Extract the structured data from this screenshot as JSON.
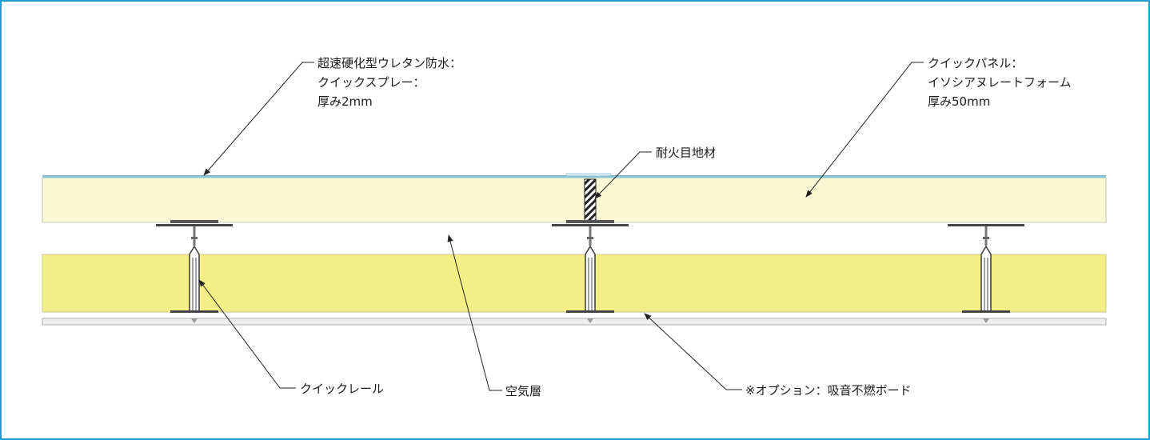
{
  "colors": {
    "frame": "#1e9cd7",
    "panel_fill": "#f9f9d6",
    "spray_coat": "#8cc4d8",
    "board_fill": "#f3ef86",
    "ceiling_board": "#eeeeee",
    "steel": "#444444",
    "leader": "#222222"
  },
  "labels": {
    "spray": {
      "line1": "超速硬化型ウレタン防水：",
      "line2": "クイックスプレー：",
      "line3": "厚み2mm"
    },
    "panel": {
      "line1": "クイックパネル：",
      "line2": "イソシアヌレートフォーム",
      "line3": "厚み50mm"
    },
    "joint": "耐火目地材",
    "rail": "クイックレール",
    "air": "空気層",
    "board": "※オプション：吸音不燃ボード"
  },
  "icons": {
    "arrow": "arrowhead-icon",
    "hatch": "hatch-pattern-icon"
  }
}
